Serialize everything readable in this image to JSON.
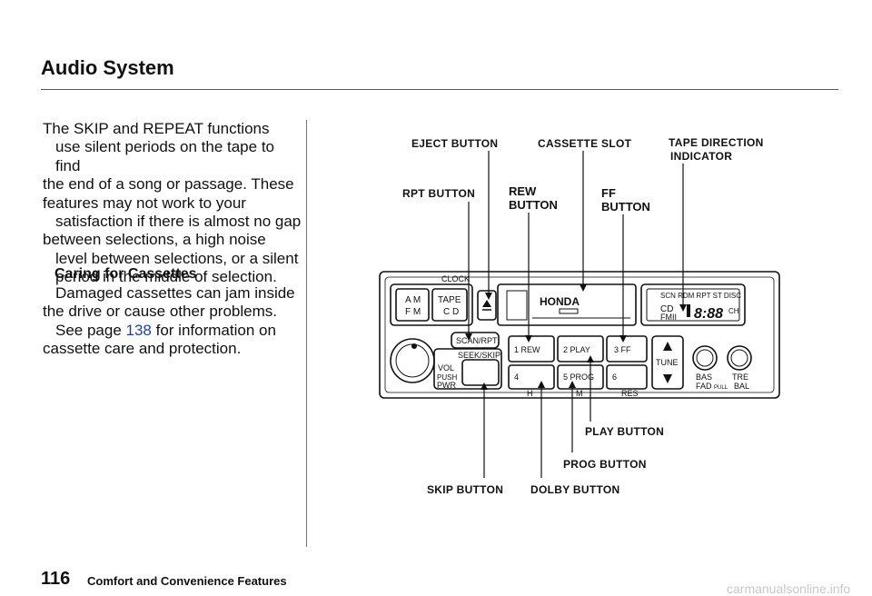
{
  "header": {
    "title": "Audio System"
  },
  "body": {
    "paragraph1": [
      "The SKIP and REPEAT functions",
      "use silent periods on the tape to find",
      "the end of a song or passage. These",
      "features may not work to your",
      "satisfaction if there is almost no gap",
      "between selections, a high noise",
      "level between selections, or a silent",
      "period in the middle of selection."
    ],
    "caring_heading": "Caring for Cassettes",
    "paragraph2": {
      "line1": "Damaged cassettes can jam inside",
      "line2": "the drive or cause other problems.",
      "line3_pre": "See page ",
      "line3_link": "138",
      "line3_post": " for information on",
      "line4": "cassette care and protection."
    }
  },
  "diagram": {
    "callouts": {
      "eject": "EJECT BUTTON",
      "cassette_slot": "CASSETTE SLOT",
      "tape_direction_1": "TAPE DIRECTION",
      "tape_direction_2": "INDICATOR",
      "rpt": "RPT BUTTON",
      "rew_1": "REW",
      "rew_2": "BUTTON",
      "ff_1": "FF",
      "ff_2": "BUTTON",
      "play": "PLAY BUTTON",
      "prog": "PROG BUTTON",
      "skip": "SKIP BUTTON",
      "dolby": "DOLBY BUTTON"
    },
    "panel": {
      "clock": "CLOCK",
      "am": "A M",
      "fm": "F M",
      "tape": "TAPE",
      "cd": "C D",
      "scan_rpt": "SCAN/RPT",
      "seek_skip": "SEEK/SKIP",
      "vol": "VOL",
      "push": "PUSH",
      "pwr": "PWR",
      "brand": "HONDA",
      "preset1": "1 REW",
      "preset2": "2 PLAY",
      "preset3": "3 FF",
      "preset4": "4",
      "preset5": "5 PROG",
      "preset6": "6",
      "h": "H",
      "m": "M",
      "res": "RES",
      "tune": "TUNE",
      "display_top": "SCN RDM RPT ST DISC",
      "display_cd": "CD",
      "display_fm": "FMII",
      "display_digits": "8:88",
      "display_ch": "CH",
      "bas": "BAS",
      "tre": "TRE",
      "fad": "FAD",
      "pull": "PULL",
      "bal": "BAL"
    }
  },
  "footer": {
    "page_number": "116",
    "section": "Comfort and Convenience Features",
    "watermark": "carmanualsonline.info"
  }
}
